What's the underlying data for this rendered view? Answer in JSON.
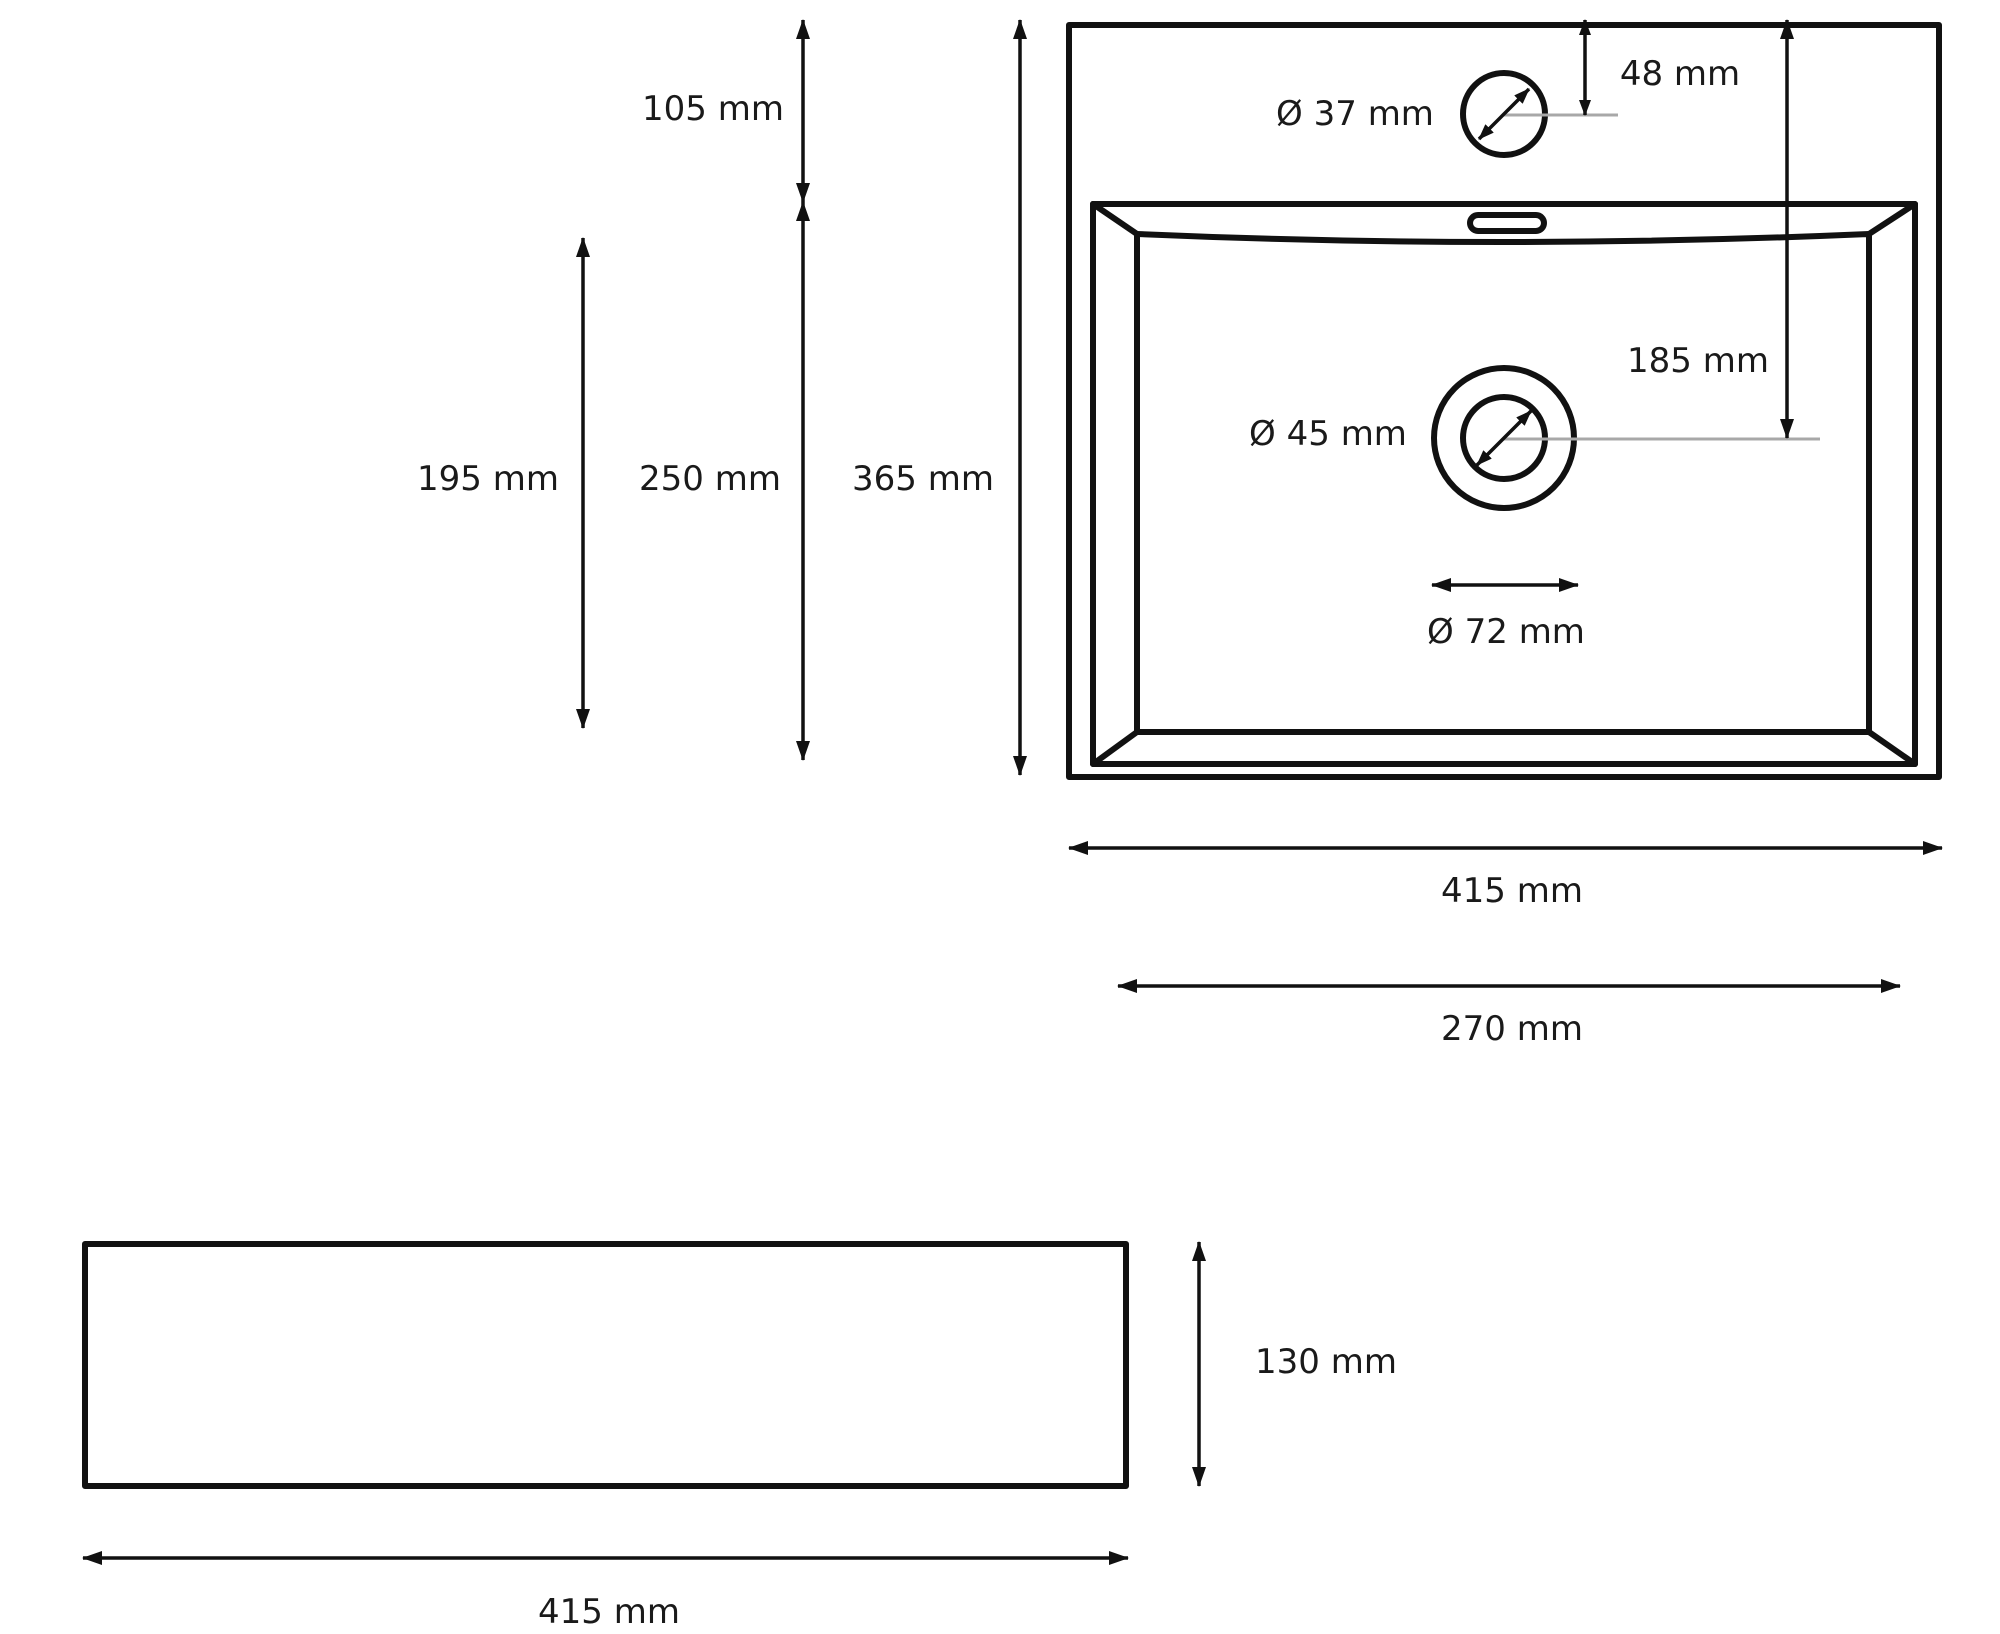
{
  "colors": {
    "ink": "#111111",
    "reference_line": "#a8a8a8",
    "background": "#ffffff"
  },
  "top_view": {
    "dimensions": {
      "overall_height": "365 mm",
      "overall_width": "415 mm",
      "basin_width": "270 mm",
      "tap_hole_from_top": "105 mm",
      "basin_height": "250 mm",
      "inner_basin_height": "195 mm",
      "tap_hole_offset": "48 mm",
      "drain_from_top": "185 mm"
    },
    "diameters": {
      "tap_hole": "Ø 37 mm",
      "drain_hole": "Ø 45 mm",
      "drain_outer": "Ø 72 mm"
    }
  },
  "side_view": {
    "dimensions": {
      "height": "130 mm",
      "width": "415 mm"
    }
  }
}
